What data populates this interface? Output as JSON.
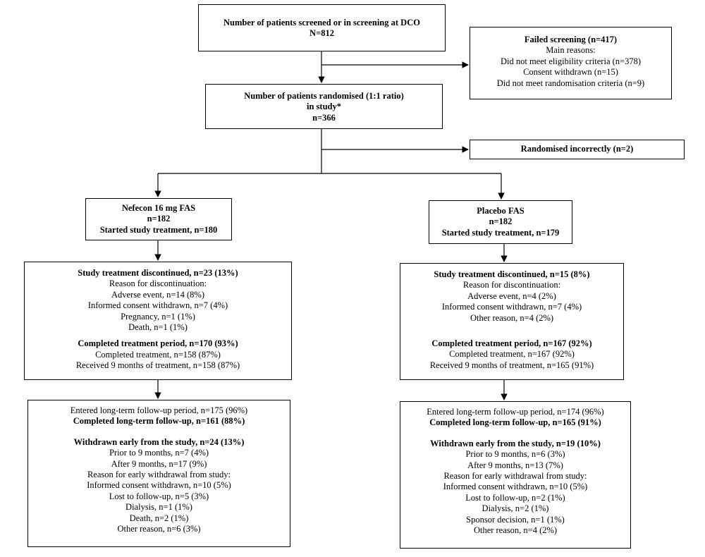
{
  "screening": {
    "title": "Number of patients screened or in screening at DCO",
    "count": "N=812"
  },
  "failed": {
    "title": "Failed screening (n=417)",
    "subtitle": "Main reasons:",
    "reasons": [
      "Did not meet eligibility criteria (n=378)",
      "Consent withdrawn (n=15)",
      "Did not meet randomisation criteria (n=9)"
    ]
  },
  "randomised": {
    "title": "Number of patients randomised (1:1 ratio)",
    "subtitle": "in study*",
    "count": "n=366"
  },
  "incorrect": {
    "title": "Randomised incorrectly (n=2)"
  },
  "nefecon": {
    "fas": {
      "title": "Nefecon 16 mg FAS",
      "count": "n=182",
      "started": "Started study treatment, n=180"
    },
    "treatment": {
      "discontinued": "Study treatment discontinued, n=23 (13%)",
      "reason_header": "Reason for discontinuation:",
      "reasons": [
        "Adverse event, n=14 (8%)",
        "Informed consent withdrawn, n=7 (4%)",
        "Pregnancy, n=1 (1%)",
        "Death, n=1 (1%)"
      ],
      "completed_period": "Completed treatment period, n=170 (93%)",
      "completed": "Completed treatment, n=158 (87%)",
      "received": "Received 9 months of treatment, n=158 (87%)"
    },
    "followup": {
      "entered": "Entered long-term follow-up period, n=175 (96%)",
      "completed": "Completed long-term follow-up, n=161 (88%)",
      "withdrawn": "Withdrawn early from the study, n=24 (13%)",
      "prior": "Prior to 9 months, n=7 (4%)",
      "after": "After 9 months, n=17 (9%)",
      "reason_header": "Reason for early withdrawal from study:",
      "reasons": [
        "Informed consent withdrawn, n=10 (5%)",
        "Lost to follow-up, n=5 (3%)",
        "Dialysis, n=1 (1%)",
        "Death, n=2 (1%)",
        "Other reason, n=6 (3%)"
      ]
    }
  },
  "placebo": {
    "fas": {
      "title": "Placebo FAS",
      "count": "n=182",
      "started": "Started study treatment, n=179"
    },
    "treatment": {
      "discontinued": "Study treatment discontinued, n=15 (8%)",
      "reason_header": "Reason for discontinuation:",
      "reasons": [
        "Adverse event, n=4 (2%)",
        "Informed consent withdrawn, n=7 (4%)",
        "Other reason, n=4 (2%)"
      ],
      "completed_period": "Completed treatment period, n=167 (92%)",
      "completed": "Completed treatment, n=167 (92%)",
      "received": "Received 9 months of treatment, n=165 (91%)"
    },
    "followup": {
      "entered": "Entered long-term follow-up period, n=174 (96%)",
      "completed": "Completed long-term follow-up, n=165 (91%)",
      "withdrawn": "Withdrawn early from the study, n=19 (10%)",
      "prior": "Prior to 9 months, n=6 (3%)",
      "after": "After 9 months, n=13 (7%)",
      "reason_header": "Reason for early withdrawal from study:",
      "reasons": [
        "Informed consent withdrawn, n=10 (5%)",
        "Lost to follow-up, n=2 (1%)",
        "Dialysis, n=2 (1%)",
        "Sponsor decision, n=1 (1%)",
        "Other reason, n=4 (2%)"
      ]
    }
  }
}
